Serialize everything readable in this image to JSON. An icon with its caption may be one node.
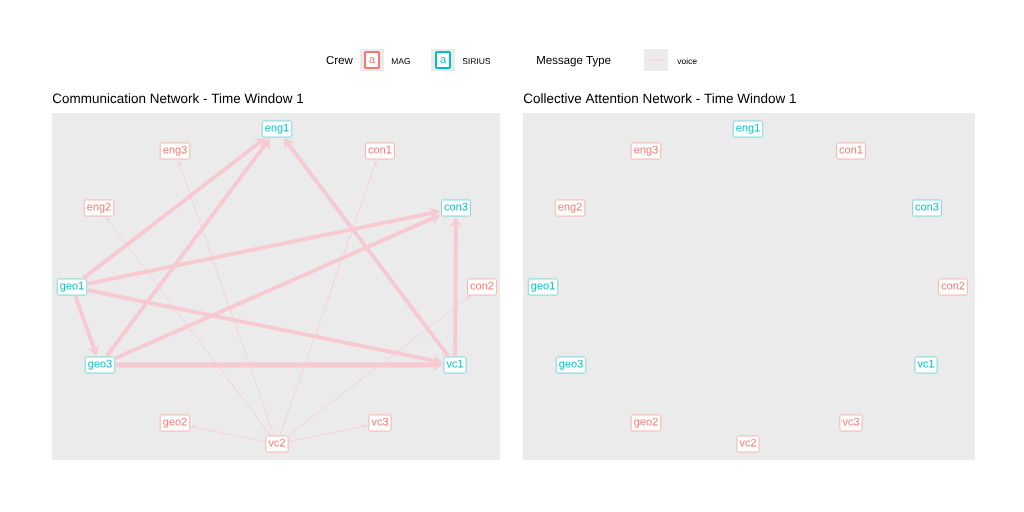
{
  "diagram": {
    "nodes": [
      {
        "text": [
          "Communication Network - Time Window 1"
        ]
      },
      {
        "text": [
          "eng1"
        ],
        "in": 0
      },
      {
        "text": [
          "eng3"
        ],
        "in": 0
      },
      {
        "text": [
          "con1"
        ],
        "in": 0
      },
      {
        "text": [
          "eng2"
        ],
        "in": 0
      },
      {
        "text": [
          "con3"
        ],
        "in": 0
      },
      {
        "text": [
          "geo1"
        ],
        "in": 0
      },
      {
        "text": [
          "con2"
        ],
        "in": 0
      },
      {
        "text": [
          "geo3"
        ],
        "in": 0
      },
      {
        "text": [
          "vc1"
        ],
        "in": 0
      },
      {
        "text": [
          "geo2"
        ],
        "in": 0
      },
      {
        "text": [
          "vc3"
        ],
        "in": 0
      },
      {
        "text": [
          "vc2"
        ],
        "in": 0
      },
      {
        "text": [
          "Collective Attention Network - Time Window 1"
        ]
      },
      {
        "text": [
          "eng1"
        ],
        "in": 13
      },
      {
        "text": [
          "eng3"
        ],
        "in": 13
      },
      {
        "text": [
          "con1"
        ],
        "in": 13
      },
      {
        "text": [
          "eng2"
        ],
        "in": 13
      },
      {
        "text": [
          "con3"
        ],
        "in": 13
      },
      {
        "text": [
          "geo1"
        ],
        "in": 13
      },
      {
        "text": [
          "con2"
        ],
        "in": 13
      },
      {
        "text": [
          "geo3"
        ],
        "in": 13
      },
      {
        "text": [
          "vc1"
        ],
        "in": 13
      },
      {
        "text": [
          "geo2"
        ],
        "in": 13
      },
      {
        "text": [
          "vc3"
        ],
        "in": 13
      },
      {
        "text": [
          "vc2"
        ],
        "in": 13
      }
    ],
    "edges": [
      {
        "from": 6,
        "to": 1,
        "arrow": "to"
      },
      {
        "from": 8,
        "to": 1,
        "arrow": "to"
      },
      {
        "from": 9,
        "to": 1,
        "arrow": "to"
      },
      {
        "from": 6,
        "to": 5,
        "arrow": "to"
      },
      {
        "from": 8,
        "to": 5,
        "arrow": "to"
      },
      {
        "from": 9,
        "to": 5,
        "arrow": "to"
      },
      {
        "from": 6,
        "to": 9,
        "arrow": "to"
      },
      {
        "from": 8,
        "to": 9,
        "arrow": "to"
      },
      {
        "from": 6,
        "to": 8,
        "arrow": "to"
      },
      {
        "from": 12,
        "to": 2,
        "arrow": "to"
      },
      {
        "from": 12,
        "to": 4,
        "arrow": "to"
      },
      {
        "from": 12,
        "to": 3,
        "arrow": "to"
      },
      {
        "from": 12,
        "to": 7,
        "arrow": "to"
      },
      {
        "from": 12,
        "to": 10,
        "arrow": "to"
      },
      {
        "from": 12,
        "to": 11,
        "arrow": "to"
      }
    ],
    "labels": [
      "Crew",
      "a",
      "a",
      "Message Type"
    ],
    "legend": [
      {
        "text": "MAG",
        "color": "#f8766d"
      },
      {
        "text": "SIRIUS",
        "color": "#00bfc4"
      },
      {
        "text": "voice"
      }
    ]
  }
}
